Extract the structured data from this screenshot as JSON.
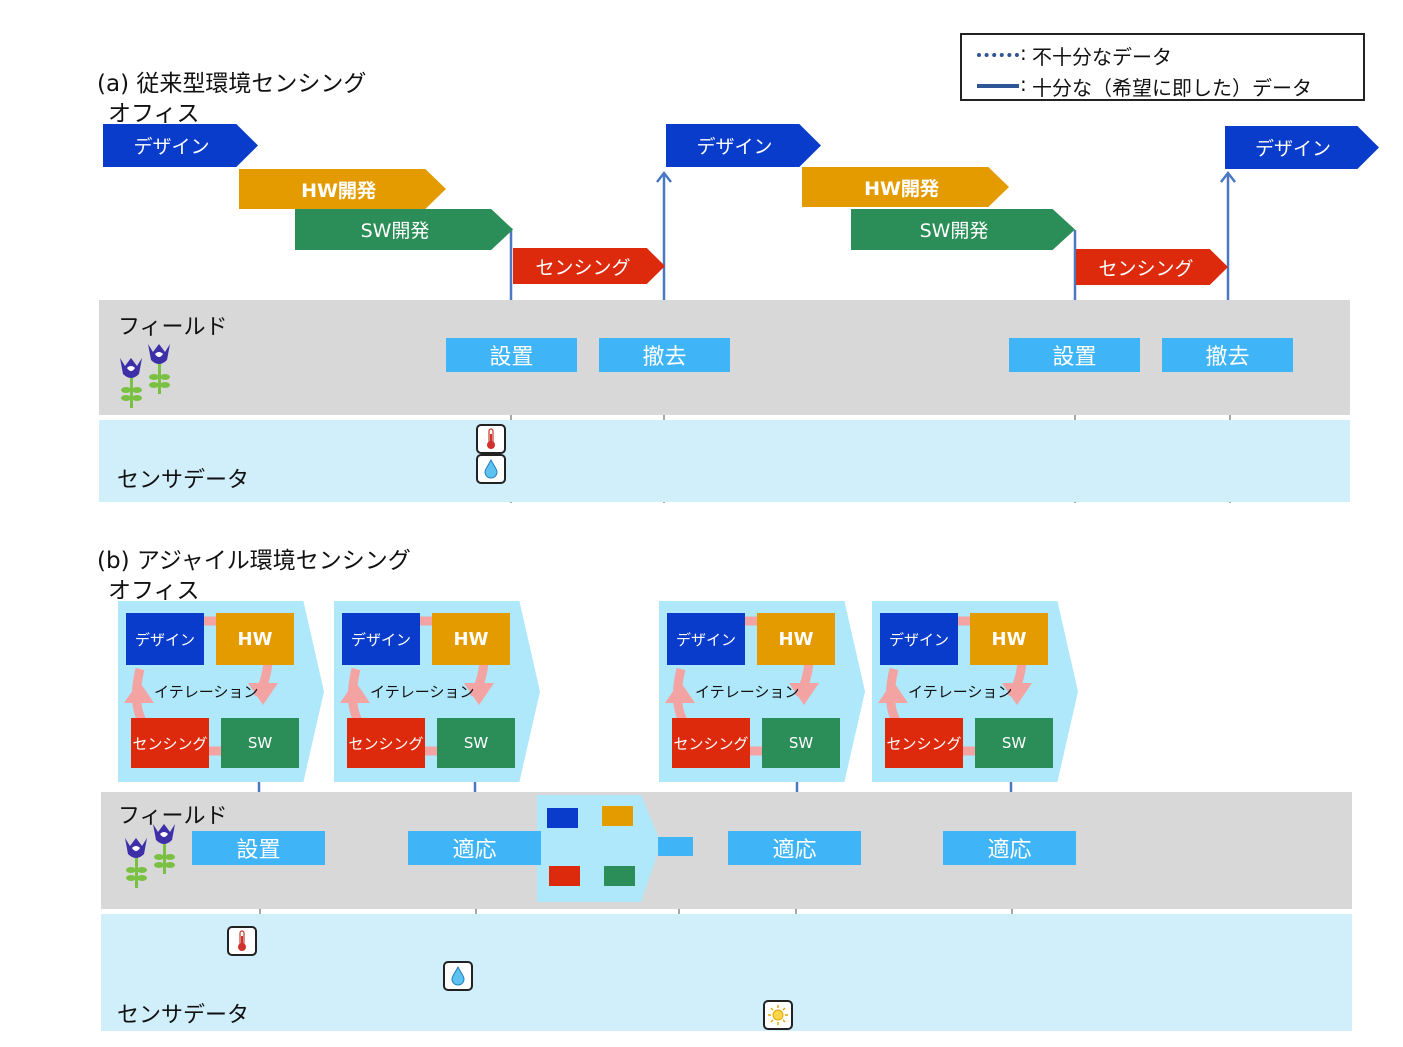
{
  "legend": {
    "dotted": "不十分なデータ",
    "solid": "十分な（希望に即した）データ",
    "prefix": ":"
  },
  "section_a": {
    "title": "(a) 従来型環境センシング",
    "office": "オフィス",
    "field": "フィールド",
    "sensor": "センサデータ",
    "design": "デザイン",
    "hw": "HW開発",
    "sw": "SW開発",
    "sensing": "センシング",
    "install": "設置",
    "remove": "撤去"
  },
  "section_b": {
    "title": "(b) アジャイル環境センシング",
    "office": "オフィス",
    "field": "フィールド",
    "sensor": "センサデータ",
    "design": "デザイン",
    "hw": "HW",
    "sensing": "センシング",
    "sw": "SW",
    "iteration": "イテレーション",
    "install": "設置",
    "adapt": "適応"
  },
  "colors": {
    "design": "#0a3ccc",
    "hw": "#e39b00",
    "sw": "#2b8d58",
    "sensing": "#dd2a0c",
    "field_bg": "#d8d8d8",
    "sensor_bg": "#d0effa",
    "button": "#3fb4f6",
    "temp_line": "#2f5597",
    "humid_line": "#8cb548",
    "light_line": "#f5b800"
  },
  "icons": [
    "flower-icon",
    "thermometer-icon",
    "water-drop-icon",
    "sun-icon"
  ]
}
